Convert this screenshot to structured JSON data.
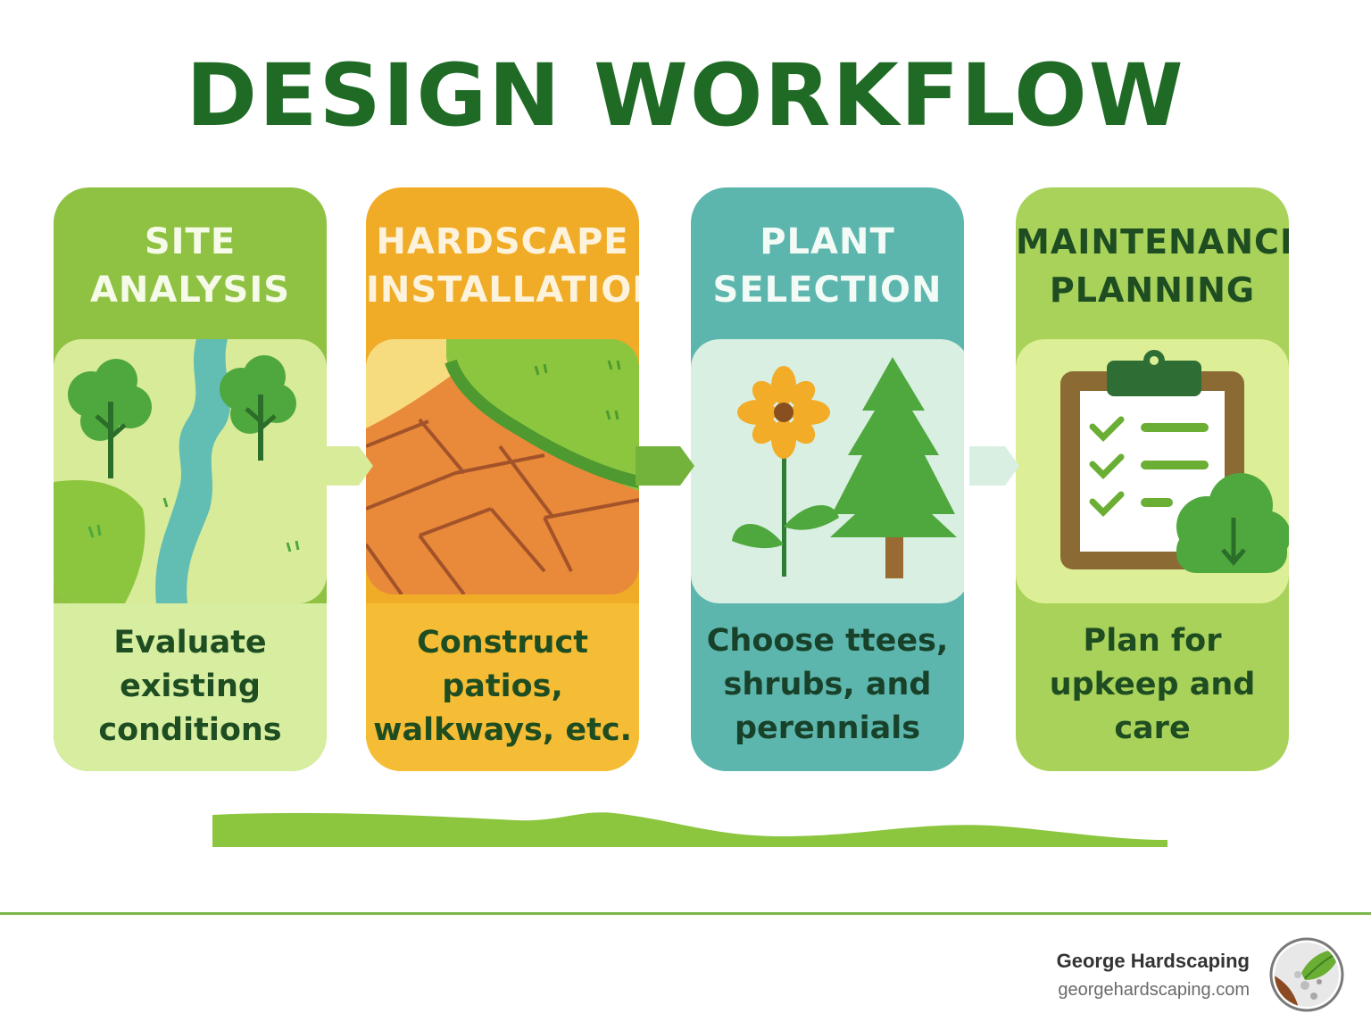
{
  "title": "DESIGN WORKFLOW",
  "steps": [
    {
      "heading": [
        "SITE",
        "ANALYSIS"
      ],
      "illustration": "landscape-river-trees-icon",
      "description": [
        "Evaluate",
        "existing",
        "conditions"
      ],
      "colors": {
        "card": "#8fc243",
        "illus": "#d8eb99",
        "body": "#d7eda0",
        "heading_text": "#f6fbe9",
        "body_text": "#1e4d22"
      }
    },
    {
      "heading": [
        "HARDSCAPE",
        "INSTALLATION"
      ],
      "illustration": "paver-walkway-icon",
      "description": [
        "Construct",
        "patios,",
        "walkways, etc."
      ],
      "colors": {
        "card": "#f0ac27",
        "illus": "#e9893a",
        "body": "#f5bd35",
        "heading_text": "#fdf3dc",
        "body_text": "#1e4d22"
      }
    },
    {
      "heading": [
        "PLANT",
        "SELECTION"
      ],
      "illustration": "flower-and-pine-tree-icon",
      "description": [
        "Choose ttees,",
        "shrubs, and",
        "perennials"
      ],
      "colors": {
        "card": "#5db6ad",
        "illus": "#d9efe2",
        "body": "#5db6ad",
        "heading_text": "#f2fbf6",
        "body_text": "#18412a"
      }
    },
    {
      "heading": [
        "MAINTENANCE",
        "PLANNING"
      ],
      "illustration": "clipboard-checklist-shrub-icon",
      "description": [
        "Plan for",
        "upkeep and",
        "care"
      ],
      "colors": {
        "card": "#a9d25a",
        "illus": "#dcee96",
        "body": "#a9d25a",
        "heading_text": "#1e4d22",
        "body_text": "#1e4d22"
      }
    }
  ],
  "footer": {
    "brand_name": "George Hardscaping",
    "brand_url": "georgehardscaping.com",
    "logo": "george-hardscaping-logo-icon"
  },
  "accent": "#1f6b25",
  "rule_color": "#7bb84a"
}
